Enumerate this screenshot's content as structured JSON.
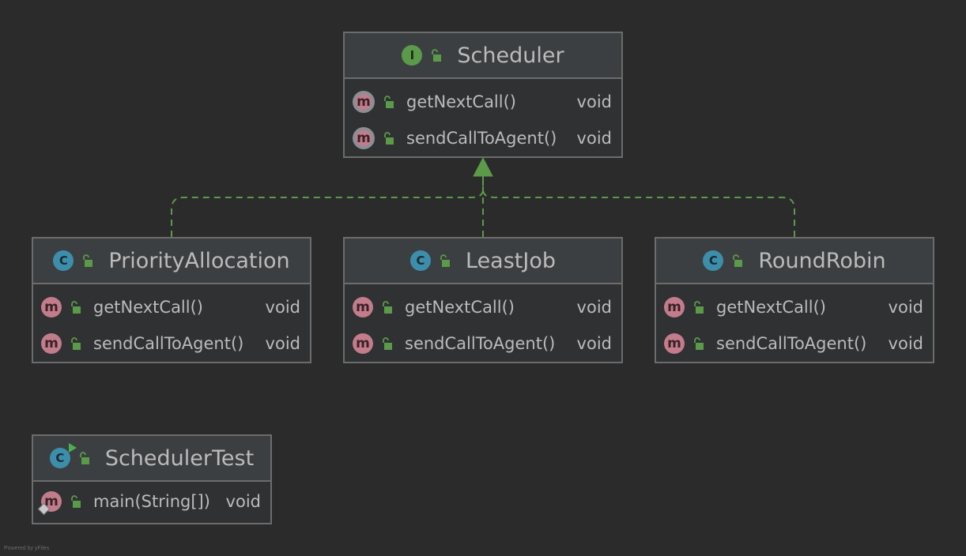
{
  "diagram": {
    "nodes": {
      "scheduler": {
        "kind": "interface",
        "kind_glyph": "I",
        "name": "Scheduler",
        "members": [
          {
            "icon_glyph": "m",
            "name": "getNextCall()",
            "type": "void",
            "abstract": true
          },
          {
            "icon_glyph": "m",
            "name": "sendCallToAgent()",
            "type": "void",
            "abstract": true
          }
        ]
      },
      "priority_allocation": {
        "kind": "class",
        "kind_glyph": "C",
        "name": "PriorityAllocation",
        "members": [
          {
            "icon_glyph": "m",
            "name": "getNextCall()",
            "type": "void"
          },
          {
            "icon_glyph": "m",
            "name": "sendCallToAgent()",
            "type": "void"
          }
        ]
      },
      "least_job": {
        "kind": "class",
        "kind_glyph": "C",
        "name": "LeastJob",
        "members": [
          {
            "icon_glyph": "m",
            "name": "getNextCall()",
            "type": "void"
          },
          {
            "icon_glyph": "m",
            "name": "sendCallToAgent()",
            "type": "void"
          }
        ]
      },
      "round_robin": {
        "kind": "class",
        "kind_glyph": "C",
        "name": "RoundRobin",
        "members": [
          {
            "icon_glyph": "m",
            "name": "getNextCall()",
            "type": "void"
          },
          {
            "icon_glyph": "m",
            "name": "sendCallToAgent()",
            "type": "void"
          }
        ]
      },
      "scheduler_test": {
        "kind": "class",
        "kind_glyph": "C",
        "runnable": true,
        "name": "SchedulerTest",
        "members": [
          {
            "icon_glyph": "m",
            "name": "main(String[])",
            "type": "void",
            "static": true
          }
        ]
      }
    },
    "edges": [
      {
        "from": "PriorityAllocation",
        "to": "Scheduler",
        "relation": "realization"
      },
      {
        "from": "LeastJob",
        "to": "Scheduler",
        "relation": "realization"
      },
      {
        "from": "RoundRobin",
        "to": "Scheduler",
        "relation": "realization"
      }
    ],
    "colors": {
      "background": "#2b2b2b",
      "node_border": "#6c6c6c",
      "edge": "#5a9a49",
      "interface_icon": "#5a9a49",
      "class_icon": "#3d8eab",
      "method_icon": "#c27c8b"
    },
    "footer": "Powered by yFiles"
  }
}
